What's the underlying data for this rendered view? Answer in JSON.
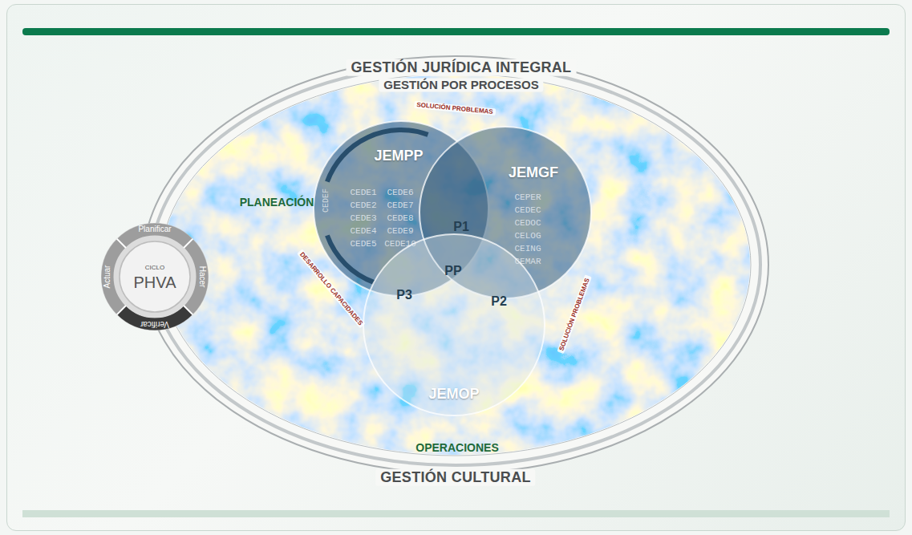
{
  "diagram": {
    "nodes": [
      {
        "text": [
          "GESTIÓN JURÍDICA INTEGRAL",
          "GESTIÓN POR PROCESOS",
          "GESTIÓN CULTURAL"
        ]
      },
      {
        "text": [
          "JEMPP",
          "CEDE1",
          "CEDE6",
          "CEDE2",
          "CEDE7",
          "CEDE3",
          "CEDE8",
          "CEDE4",
          "CEDE9",
          "CEDE5",
          "CEDE10"
        ],
        "in": 0
      },
      {
        "text": [
          "JEMGF",
          "CEPER",
          "CEDEC",
          "CEDOC",
          "CELOG",
          "CEING",
          "CEMAR"
        ],
        "in": 0
      },
      {
        "text": [
          "JEMOP"
        ],
        "in": 0
      },
      {
        "text": [
          "CICLO",
          "PHVA",
          "Planificar",
          "Hacer",
          "Verificar",
          "Actuar"
        ]
      }
    ],
    "edges": [
      {
        "from": 1,
        "to": 2,
        "arrow": "to",
        "label": "SOLUCIÓN PROBLEMAS"
      },
      {
        "from": 2,
        "to": 3,
        "arrow": "to",
        "label": "SOLUCIÓN PROBLEMAS"
      },
      {
        "from": 3,
        "to": 1,
        "arrow": "to",
        "label": "DESARROLLO CAPACIDADES"
      }
    ],
    "labels": [
      "PLANEACIÓN",
      "OPERACIONES",
      "P1",
      "PP",
      "P3",
      "P2",
      "CEDEF"
    ]
  }
}
